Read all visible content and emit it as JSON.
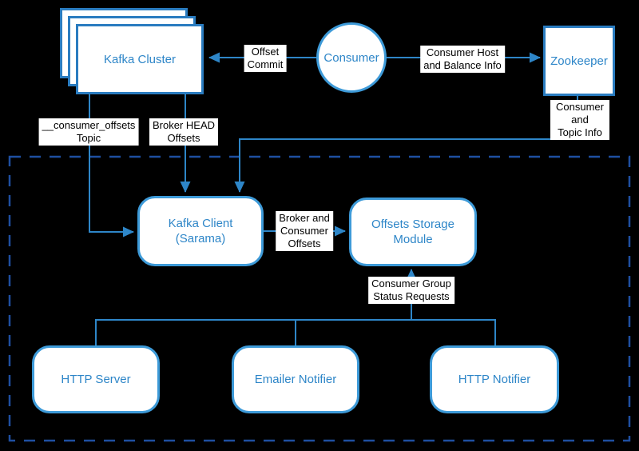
{
  "diagram": {
    "title": "Kafka consumer offsets monitoring architecture",
    "colors": {
      "background": "#000000",
      "connector": "#2E86C8",
      "node_border_rounded": "#3D9AD8",
      "node_border_square": "#2A7CC0",
      "node_fill": "#FFFFFF",
      "node_text": "#2E86C8",
      "edge_label_bg": "#FFFFFF",
      "edge_label_text": "#000000",
      "boundary_dashed": "#1E4FA1"
    },
    "nodes": {
      "kafka_cluster": {
        "label": "Kafka Cluster",
        "shape": "stacked-rectangles"
      },
      "consumer": {
        "label": "Consumer",
        "shape": "circle"
      },
      "zookeeper": {
        "label": "Zookeeper",
        "shape": "rectangle"
      },
      "kafka_client": {
        "label": "Kafka Client\n(Sarama)",
        "shape": "rounded-rectangle"
      },
      "offsets_storage": {
        "label": "Offsets Storage\nModule",
        "shape": "rounded-rectangle"
      },
      "http_server": {
        "label": "HTTP Server",
        "shape": "rounded-rectangle"
      },
      "emailer_notifier": {
        "label": "Emailer Notifier",
        "shape": "rounded-rectangle"
      },
      "http_notifier": {
        "label": "HTTP Notifier",
        "shape": "rounded-rectangle"
      }
    },
    "edge_labels": {
      "offset_commit": "Offset\nCommit",
      "consumer_host_balance": "Consumer Host\nand Balance Info",
      "consumer_topic_info": "Consumer and\nTopic Info",
      "consumer_offsets_topic": "__consumer_offsets\nTopic",
      "broker_head_offsets": "Broker HEAD\nOffsets",
      "broker_consumer_offsets": "Broker and\nConsumer\nOffsets",
      "consumer_group_status": "Consumer Group\nStatus Requests"
    }
  }
}
